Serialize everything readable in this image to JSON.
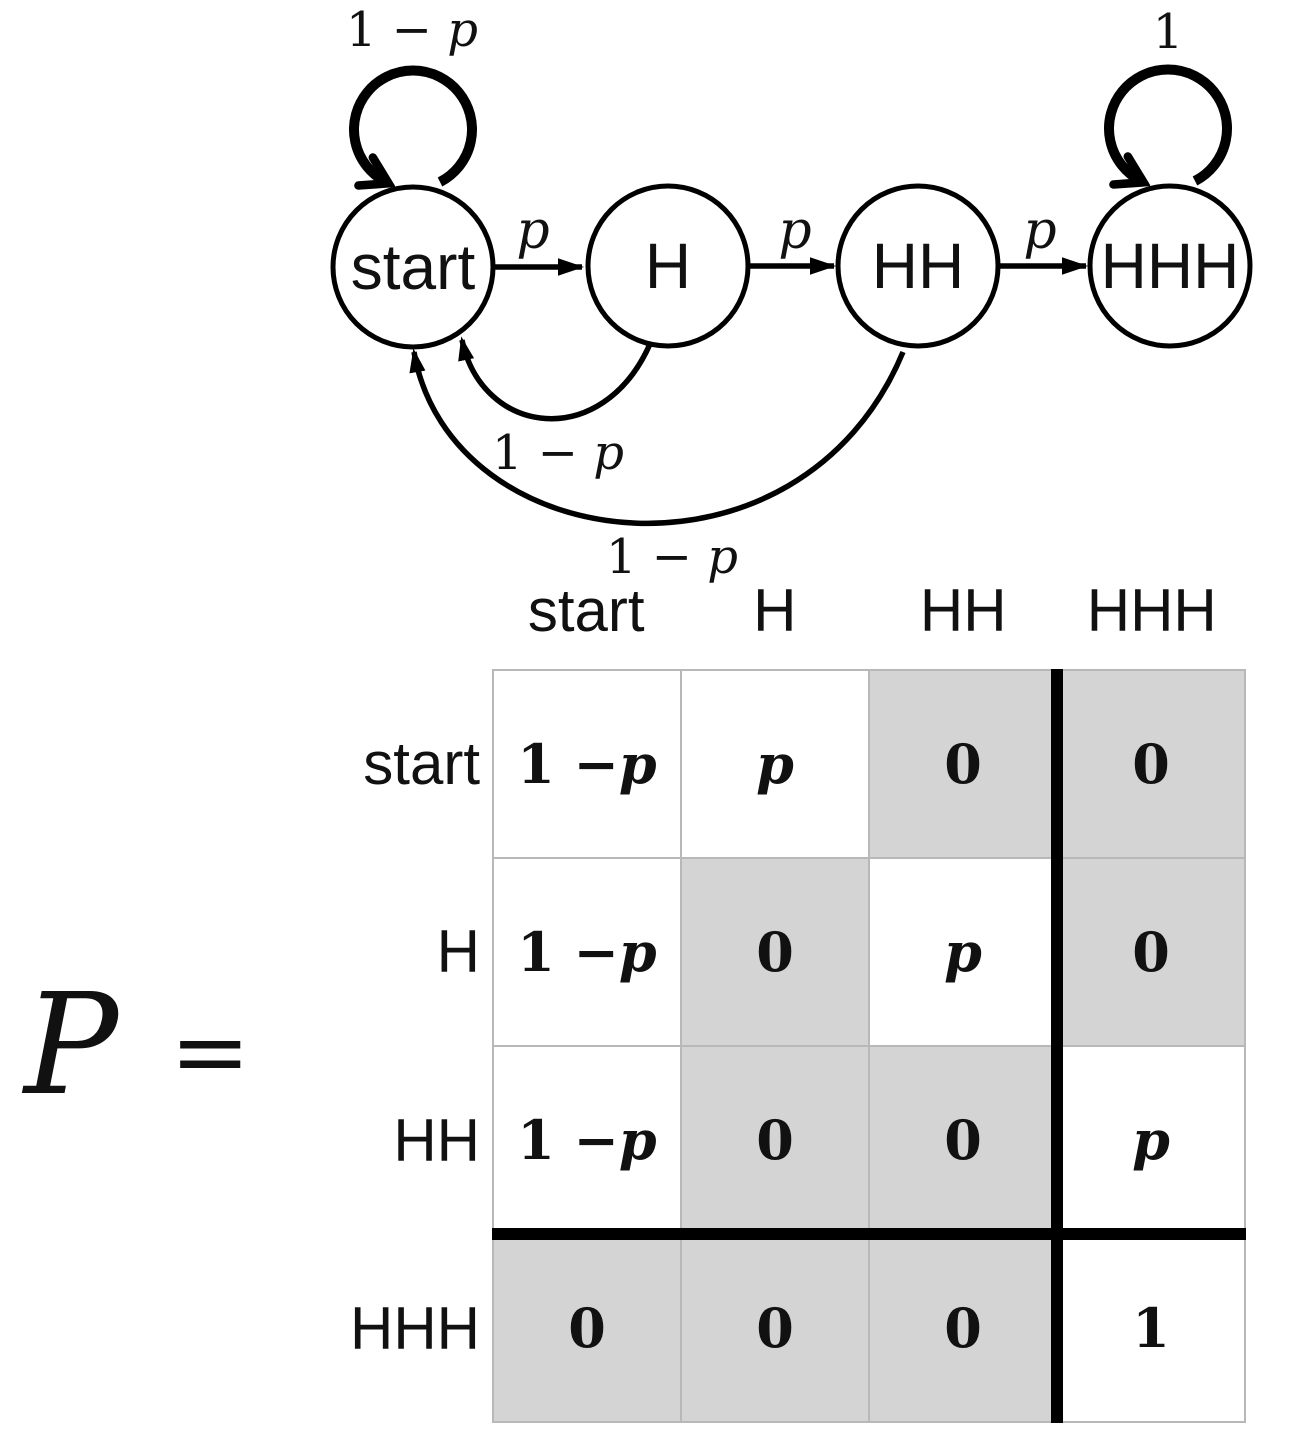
{
  "diagram": {
    "nodes": [
      {
        "label": "start"
      },
      {
        "label": "H"
      },
      {
        "label": "HH"
      },
      {
        "label": "HHH"
      }
    ],
    "edge_labels": {
      "start_self_loop": "1 − p",
      "start_to_H": "p",
      "H_to_HH": "p",
      "HH_to_HHH": "p",
      "HHH_self_loop": "1",
      "H_to_start": "1 − p",
      "HH_to_start": "1 − p"
    }
  },
  "matrix": {
    "lhs_symbol": "P",
    "equals_sign": "=",
    "column_headers": [
      "start",
      "H",
      "HH",
      "HHH"
    ],
    "row_headers": [
      "start",
      "H",
      "HH",
      "HHH"
    ],
    "cells": [
      [
        "1 − p",
        "p",
        "0",
        "0"
      ],
      [
        "1 − p",
        "0",
        "p",
        "0"
      ],
      [
        "1 − p",
        "0",
        "0",
        "p"
      ],
      [
        "0",
        "0",
        "0",
        "1"
      ]
    ],
    "shaded_cells": [
      [
        0,
        0,
        1,
        1
      ],
      [
        0,
        1,
        0,
        1
      ],
      [
        0,
        1,
        1,
        0
      ],
      [
        1,
        1,
        1,
        0
      ]
    ],
    "colors": {
      "shaded_bg": "#d4d4d4",
      "grid_line": "#b8b8b8",
      "partition_line": "#000000",
      "ink": "#111111"
    }
  }
}
